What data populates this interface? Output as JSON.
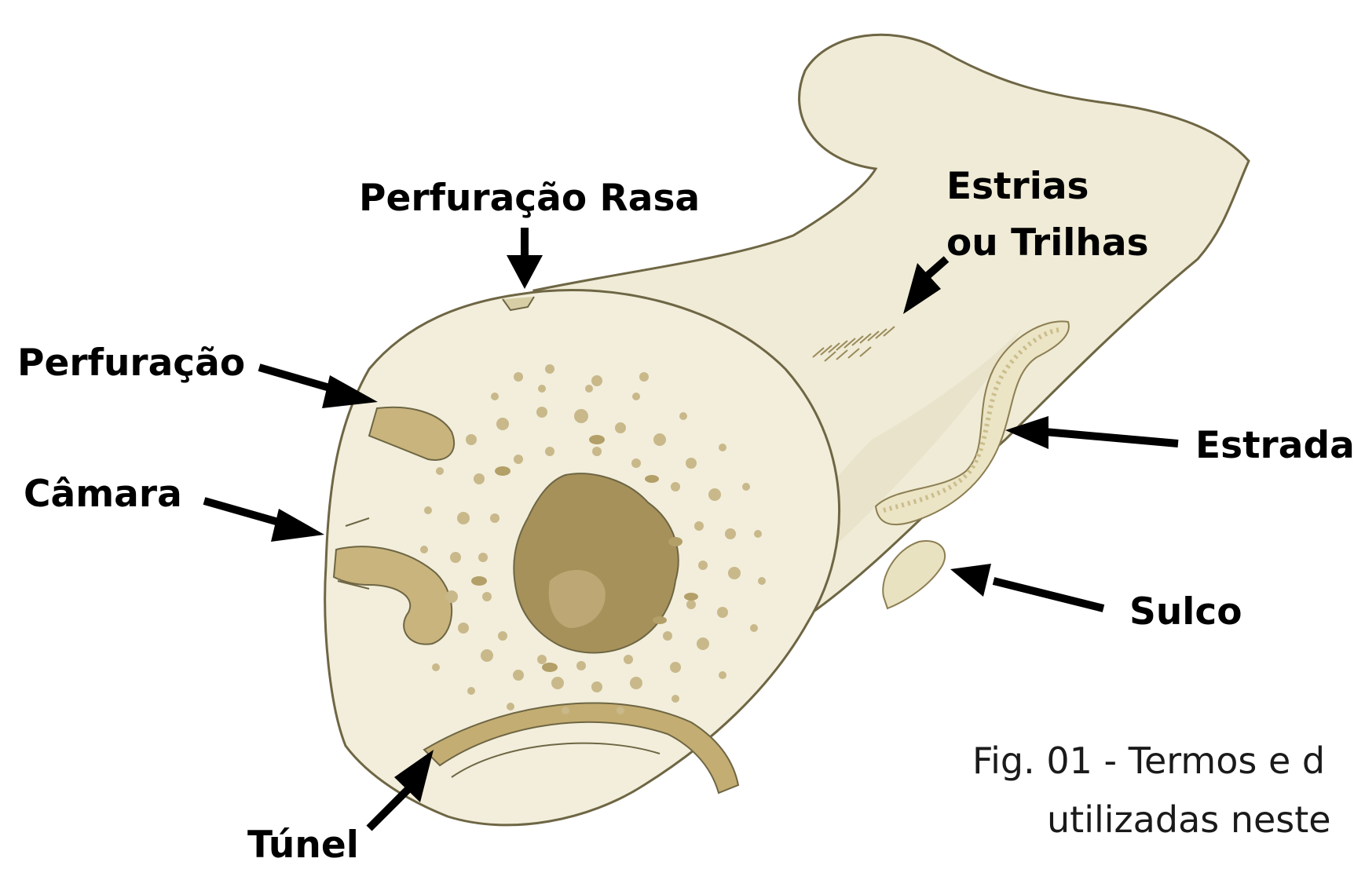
{
  "colors": {
    "bone_fill": "#efebd6",
    "bone_fill_light": "#f3f0de",
    "bone_outline": "#6e6644",
    "marrow_fill": "#a7915a",
    "marrow_dark": "#8e7a44",
    "pore_fill": "#c9b88a",
    "feature_fill": "#c7b27a",
    "arrow": "#000000",
    "background": "#ffffff"
  },
  "labels": {
    "perfuracao_rasa": "Perfuração Rasa",
    "perfuracao": "Perfuração",
    "camara": "Câmara",
    "tunel": "Túnel",
    "estrias_line1": "Estrias",
    "estrias_line2": "ou Trilhas",
    "estrada": "Estrada",
    "sulco": "Sulco"
  },
  "caption": {
    "line1": "Fig. 01 - Termos e d",
    "line2": "utilizadas neste"
  }
}
